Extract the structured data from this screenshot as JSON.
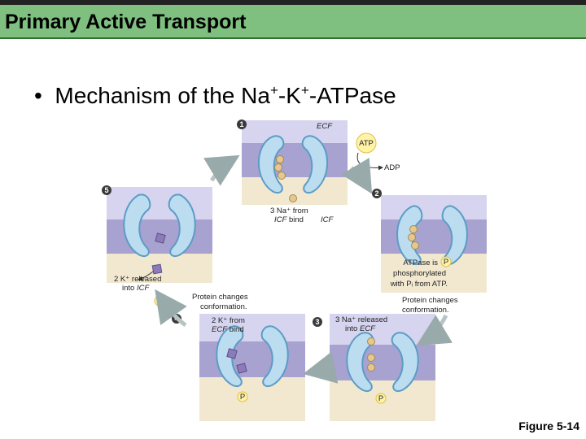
{
  "slide": {
    "title": "Primary Active Transport",
    "bullet": {
      "prefix": "Mechanism of the Na",
      "sup1": "+",
      "mid": "-K",
      "sup2": "+",
      "suffix": "-ATPase"
    },
    "figure_label": "Figure 5-14"
  },
  "diagram": {
    "steps": [
      "1",
      "2",
      "3",
      "4",
      "5"
    ],
    "labels": {
      "ecf_top": "ECF",
      "atp": "ATP",
      "adp": "ADP",
      "na_bind_1": "3 Na⁺ from",
      "na_bind_2a": "ICF",
      "na_bind_2b": " bind",
      "icf": "ICF",
      "phos_1": "ATPase is",
      "phos_2": "phosphorylated",
      "phos_3": "with Pᵢ from ATP.",
      "conf_right_1": "Protein changes",
      "conf_right_2": "conformation.",
      "na_release_1": "3 Na⁺ released",
      "na_release_2a": "into ",
      "na_release_2b": "ECF",
      "k_bind_1": "2 K⁺ from",
      "k_bind_2a": "ECF",
      "k_bind_2b": " bind",
      "conf_left_1": "Protein changes",
      "conf_left_2": "conformation.",
      "k_release_1": "2 K⁺ released",
      "k_release_2a": "into ",
      "k_release_2b": "ICF",
      "p": "P"
    }
  },
  "colors": {
    "title_bar": "#7fbf7f",
    "ecf": "#d6d4ef",
    "membrane": "#a7a2cf",
    "icf": "#f1e8cf",
    "pump": "#bcdcf0",
    "pump_edge": "#5b9cc6",
    "na_ion": "#e6c88f",
    "k_ion": "#8b7bb8",
    "step_badge": "#3a3a3a"
  }
}
